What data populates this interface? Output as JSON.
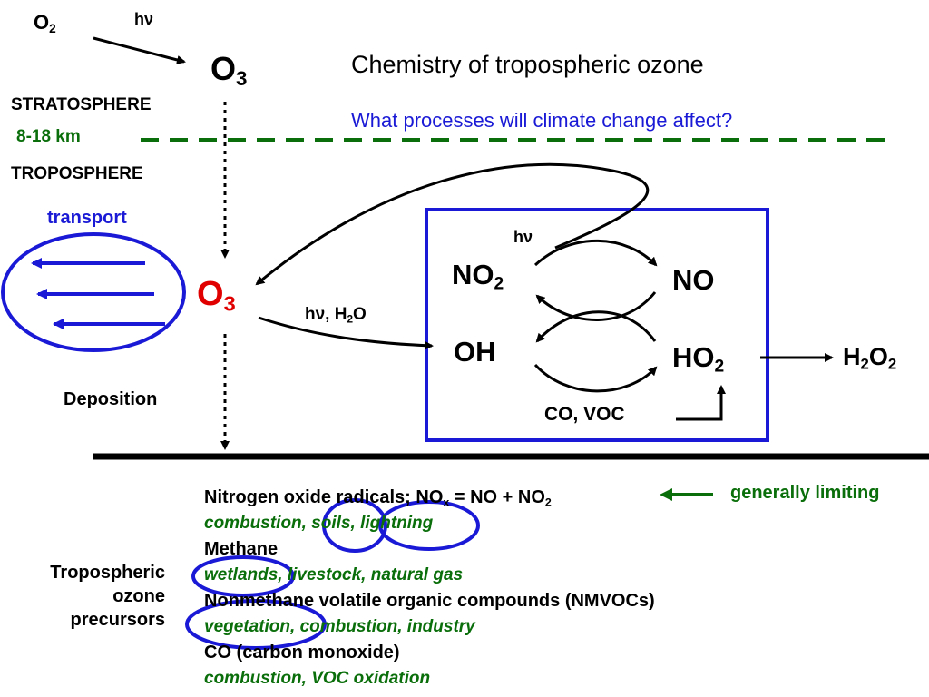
{
  "title": "Chemistry of tropospheric ozone",
  "question": "What processes will climate change affect?",
  "colors": {
    "green": "#0a6e0a",
    "blue": "#1a1ad6",
    "red": "#e00000",
    "box": "#1a1ad6"
  },
  "strat": {
    "o2": "O",
    "o2_sub": "2",
    "hv": "hν",
    "o3": "O",
    "o3_sub": "3",
    "stratosphere": "STRATOSPHERE",
    "altitude": "8-18 km",
    "troposphere": "TROPOSPHERE"
  },
  "trop": {
    "transport": "transport",
    "o3": "O",
    "o3_sub": "3",
    "deposition": "Deposition",
    "hv_h2o_prefix": "hν, H",
    "hv_h2o_sub": "2",
    "hv_h2o_suffix": "O"
  },
  "cycle": {
    "hv": "hν",
    "no2": "NO",
    "no2_sub": "2",
    "no": "NO",
    "oh": "OH",
    "ho2": "HO",
    "ho2_sub": "2",
    "co_voc": "CO, VOC",
    "h2o2_a": "H",
    "h2o2_sub1": "2",
    "h2o2_b": "O",
    "h2o2_sub2": "2"
  },
  "precursors": {
    "label_line1": "Tropospheric",
    "label_line2": "ozone",
    "label_line3": "precursors",
    "nox_prefix": "Nitrogen oxide radicals; NO",
    "nox_sub": "x",
    "nox_suffix": " = NO + NO",
    "nox_sub2": "2",
    "limiting": "generally limiting",
    "nox_sources": "combustion, soils, lightning",
    "methane": "Methane",
    "methane_sources": "wetlands, livestock, natural gas",
    "nmvoc": "Nonmethane volatile organic compounds (NMVOCs)",
    "nmvoc_sources": "vegetation, combustion, industry",
    "co": "CO (carbon monoxide)",
    "co_sources": "combustion, VOC oxidation"
  }
}
